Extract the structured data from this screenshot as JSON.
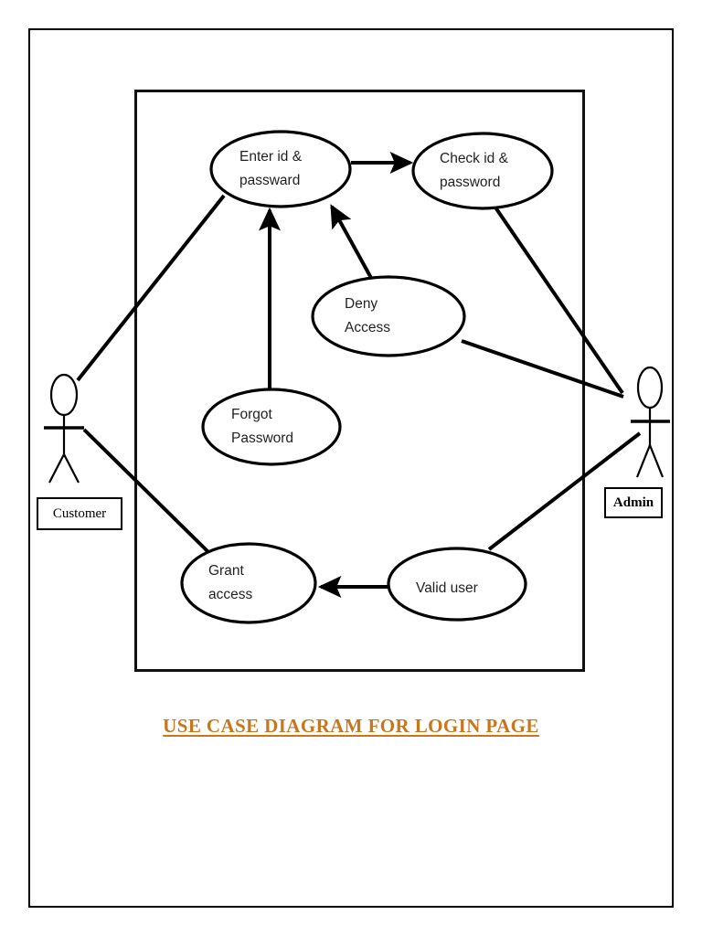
{
  "document": {
    "title": "USE CASE DIAGRAM FOR LOGIN PAGE",
    "title_color": "#C8761E",
    "page_border_color": "#000000",
    "background_color": "#ffffff"
  },
  "diagram": {
    "type": "uml-use-case-diagram",
    "system_boundary": {
      "name": "system-boundary",
      "label": ""
    },
    "actors": [
      {
        "id": "customer",
        "label": "Customer",
        "position": "left"
      },
      {
        "id": "admin",
        "label": "Admin",
        "position": "right"
      }
    ],
    "use_cases": [
      {
        "id": "enter-id-password",
        "label": "Enter id &\npassward",
        "line1": "Enter id &",
        "line2": "passward"
      },
      {
        "id": "check-id-password",
        "label": "Check id &\npassword",
        "line1": "Check id &",
        "line2": "password"
      },
      {
        "id": "deny-access",
        "label": "Deny\nAccess",
        "line1": "Deny",
        "line2": "Access"
      },
      {
        "id": "forgot-password",
        "label": "Forgot\nPassword",
        "line1": "Forgot",
        "line2": "Password"
      },
      {
        "id": "grant-access",
        "label": "Grant\naccess",
        "line1": "Grant",
        "line2": "access"
      },
      {
        "id": "valid-user",
        "label": "Valid user",
        "line1": "Valid user",
        "line2": ""
      }
    ],
    "associations": [
      {
        "from": "customer",
        "to": "enter-id-password",
        "arrow": false
      },
      {
        "from": "customer",
        "to": "grant-access",
        "arrow": false
      },
      {
        "from": "check-id-password",
        "to": "admin",
        "arrow": false
      },
      {
        "from": "deny-access",
        "to": "admin",
        "arrow": false
      },
      {
        "from": "admin",
        "to": "valid-user",
        "arrow": false
      }
    ],
    "flows": [
      {
        "from": "enter-id-password",
        "to": "check-id-password",
        "arrow": true
      },
      {
        "from": "forgot-password",
        "to": "enter-id-password",
        "arrow": true
      },
      {
        "from": "deny-access",
        "to": "enter-id-password",
        "arrow": true
      },
      {
        "from": "valid-user",
        "to": "grant-access",
        "arrow": true
      }
    ]
  }
}
